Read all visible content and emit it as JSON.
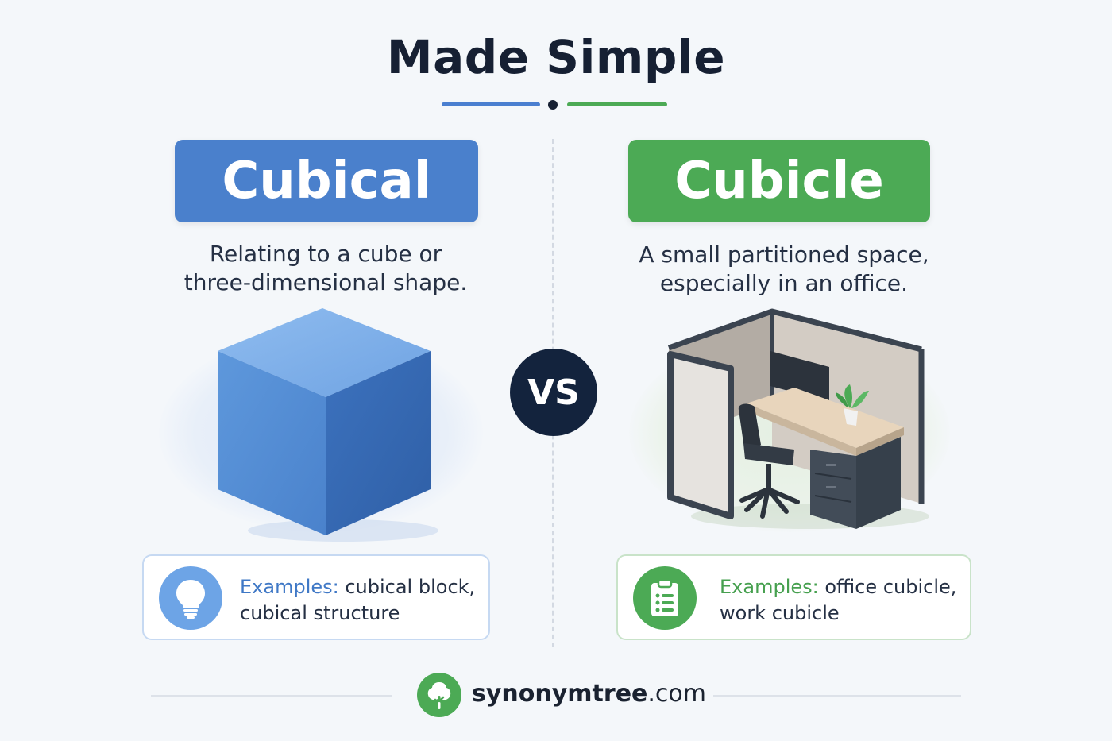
{
  "title": "Made Simple",
  "colors": {
    "left_accent": "#4a80cc",
    "right_accent": "#4caa55",
    "vs_badge": "#13233d"
  },
  "left": {
    "term": "Cubical",
    "definition": "Relating to a cube or\nthree-dimensional shape.",
    "illustration": "blue-cube",
    "icon": "lightbulb-icon",
    "examples_label": "Examples:",
    "examples_text": " cubical block,\ncubical structure"
  },
  "vs_label": "VS",
  "right": {
    "term": "Cubicle",
    "definition": "A small partitioned space,\nespecially in an office.",
    "illustration": "office-cubicle",
    "icon": "clipboard-list-icon",
    "examples_label": "Examples:",
    "examples_text": " office cubicle,\nwork cubicle"
  },
  "footer": {
    "brand": "synonymtree",
    "domain_suffix": ".com",
    "icon": "tree-logo-icon"
  }
}
